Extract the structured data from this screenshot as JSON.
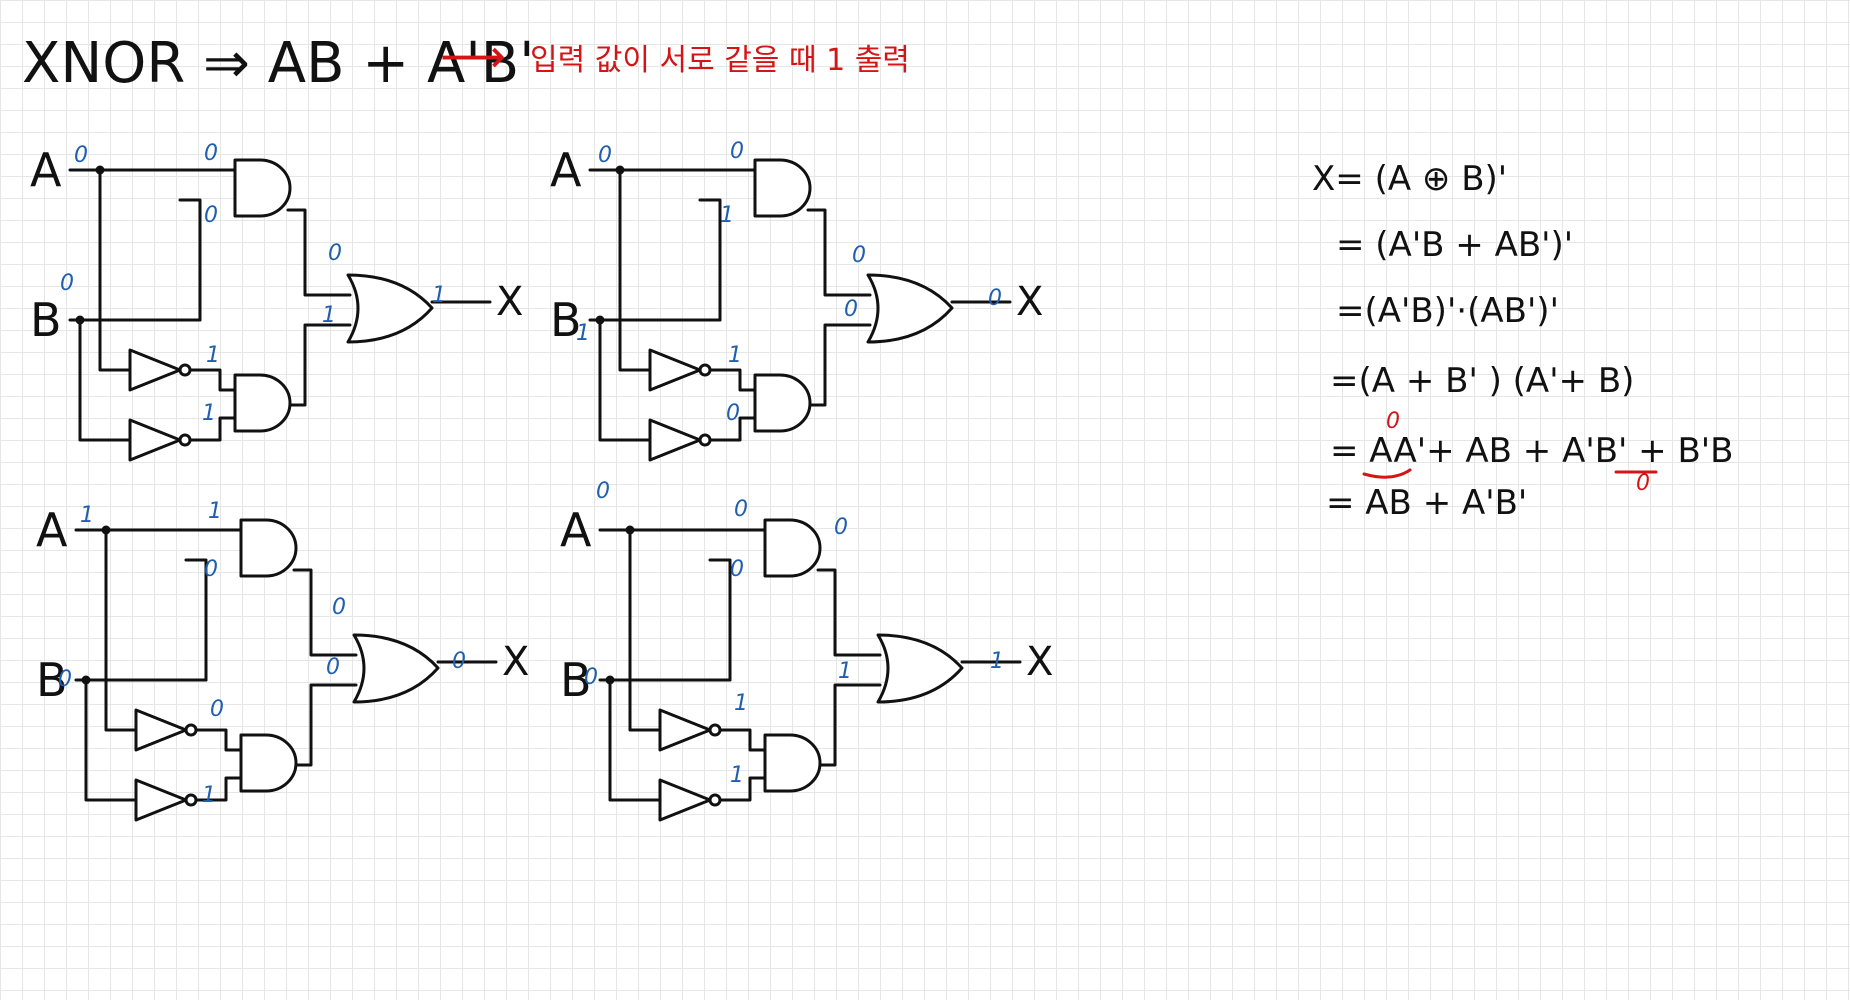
{
  "header": {
    "title": "XNOR ⇒ AB + A'B'",
    "arrow": "⟶",
    "note": "입력 값이 서로 같을 때 1 출력"
  },
  "circuit": {
    "input_a": "A",
    "input_b": "B",
    "output": "X"
  },
  "circuits": [
    {
      "values": {
        "a_in": "0",
        "and1_a": "0",
        "and1_b": "0",
        "b_in": "0",
        "or_in1": "0",
        "or_in2": "1",
        "not_out1": "1",
        "not_out2": "1",
        "x": "1"
      }
    },
    {
      "values": {
        "a_in": "0",
        "and1_a": "0",
        "and1_b": "1",
        "b_in": "1",
        "or_in1": "0",
        "or_in2": "0",
        "not_out1": "1",
        "not_out2": "0",
        "x": "0"
      }
    },
    {
      "values": {
        "a_in": "1",
        "and1_a": "1",
        "and1_b": "0",
        "b_in": "0",
        "or_in1": "0",
        "or_in2": "0",
        "not_out1": "0",
        "not_out2": "1",
        "x": "0"
      }
    },
    {
      "values": {
        "a_in": "0",
        "and1_a": "0",
        "and1_b": "0",
        "b_in": "0",
        "or_in1": "0",
        "or_in2": "1",
        "not_out1": "1",
        "not_out2": "1",
        "x": "1"
      }
    }
  ],
  "derivation": {
    "lines": [
      "X= (A ⊕ B)'",
      "= (A'B + AB')'",
      "=(A'B)'·(AB')'",
      "=(A + B' ) (A'+ B)",
      "= AA'+ AB + A'B' + B'B",
      "= AB + A'B'"
    ],
    "zero_mark_1": "0",
    "zero_mark_2": "0"
  }
}
